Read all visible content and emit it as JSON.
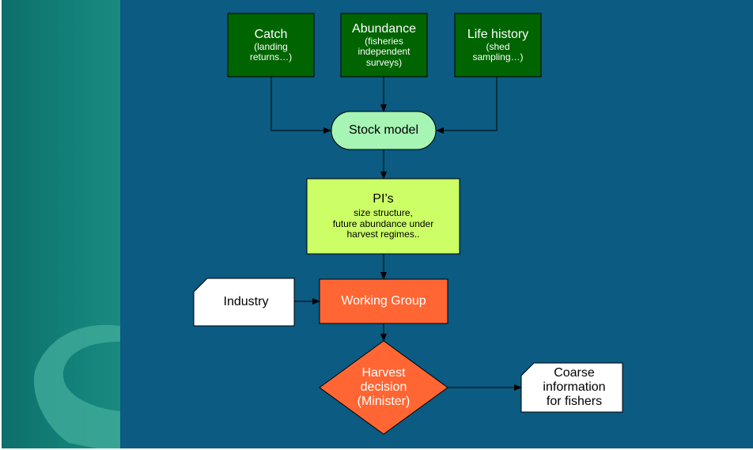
{
  "nodes": {
    "catch": {
      "title": "Catch",
      "lines": [
        "(landing",
        "returns…)"
      ]
    },
    "abundance": {
      "title": "Abundance",
      "lines": [
        "(fisheries",
        "independent",
        "surveys)"
      ]
    },
    "life_history": {
      "title": "Life history",
      "lines": [
        "(shed",
        "sampling…)"
      ]
    },
    "stock_model": {
      "title": "Stock model"
    },
    "pis": {
      "title": "PI’s",
      "lines": [
        "size structure,",
        "future abundance under",
        "harvest regimes.."
      ]
    },
    "industry": {
      "title": "Industry"
    },
    "working_group": {
      "title": "Working Group"
    },
    "harvest": {
      "lines": [
        "Harvest",
        "decision",
        "(Minister)"
      ]
    },
    "coarse": {
      "lines": [
        "Coarse",
        "information",
        "for fishers"
      ]
    }
  },
  "colors": {
    "background": "#0b5b82",
    "strip": "#128078",
    "input_box": "#006400",
    "stock_model": "#a6f5b5",
    "pis_box": "#ccff66",
    "orange": "#ff6633",
    "document": "#ffffff"
  }
}
